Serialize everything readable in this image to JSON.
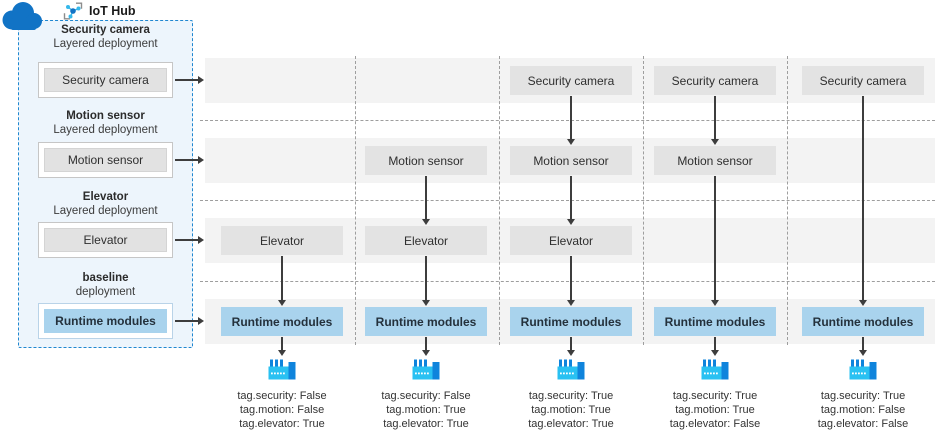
{
  "header": {
    "iot_hub_label": "IoT Hub",
    "cloud_icon": "cloud-icon",
    "hub_icon": "iot-hub-icon"
  },
  "left_panel": {
    "groups": [
      {
        "title": "Security camera",
        "subtitle": "Layered deployment",
        "box_label": "Security camera",
        "variant": "gray"
      },
      {
        "title": "Motion sensor",
        "subtitle": "Layered deployment",
        "box_label": "Motion sensor",
        "variant": "gray"
      },
      {
        "title": "Elevator",
        "subtitle": "Layered deployment",
        "box_label": "Elevator",
        "variant": "gray"
      },
      {
        "title": "baseline",
        "subtitle": "deployment",
        "box_label": "Runtime modules",
        "variant": "blue"
      }
    ]
  },
  "grid": {
    "row_labels": [
      "Security camera",
      "Motion sensor",
      "Elevator",
      "Runtime modules"
    ],
    "row_variants": [
      "gray",
      "gray",
      "gray",
      "blue"
    ],
    "columns": [
      {
        "rows_present": [
          3,
          4
        ],
        "tags": [
          "tag.security: False",
          "tag.motion: False",
          "tag.elevator: True"
        ]
      },
      {
        "rows_present": [
          2,
          3,
          4
        ],
        "tags": [
          "tag.security: False",
          "tag.motion: True",
          "tag.elevator: True"
        ]
      },
      {
        "rows_present": [
          1,
          2,
          3,
          4
        ],
        "tags": [
          "tag.security: True",
          "tag.motion: True",
          "tag.elevator: True"
        ]
      },
      {
        "rows_present": [
          1,
          2,
          4
        ],
        "tags": [
          "tag.security: True",
          "tag.motion: True",
          "tag.elevator: False"
        ]
      },
      {
        "rows_present": [
          1,
          4
        ],
        "tags": [
          "tag.security: True",
          "tag.motion: False",
          "tag.elevator: False"
        ]
      }
    ]
  },
  "colors": {
    "cloud_blue": "#1173c5",
    "panel_border": "#2087d0",
    "panel_bg": "#edf5fc",
    "band_bg": "#f3f3f3",
    "gray_box": "#e3e3e3",
    "blue_box": "#a9d3ed",
    "factory_cyan": "#29c1f2",
    "factory_blue": "#0f84dc",
    "arrow": "#3d3d3d"
  }
}
